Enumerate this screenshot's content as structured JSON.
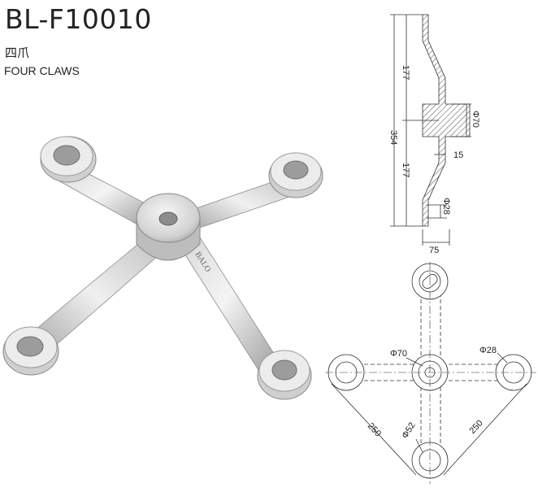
{
  "product": {
    "model_code": "BL-F10010",
    "name_cn": "四爪",
    "name_en": "FOUR CLAWS",
    "engraving": "BALO"
  },
  "side_view": {
    "dim_total_height": "354",
    "dim_upper_half": "177",
    "dim_lower_half": "177",
    "dim_center_diameter": "Φ70",
    "dim_thickness": "15",
    "dim_hole_diameter": "Φ28",
    "dim_depth": "75"
  },
  "top_view": {
    "dim_center_diameter": "Φ70",
    "dim_hole_diameter": "Φ28",
    "dim_lower_diameter": "Φ52",
    "dim_left_span": "250",
    "dim_right_span": "250"
  },
  "colors": {
    "steel_light": "#e8e8e8",
    "steel_mid": "#b9b9b9",
    "steel_dark": "#8a8a8a",
    "hatch": "#333333"
  }
}
